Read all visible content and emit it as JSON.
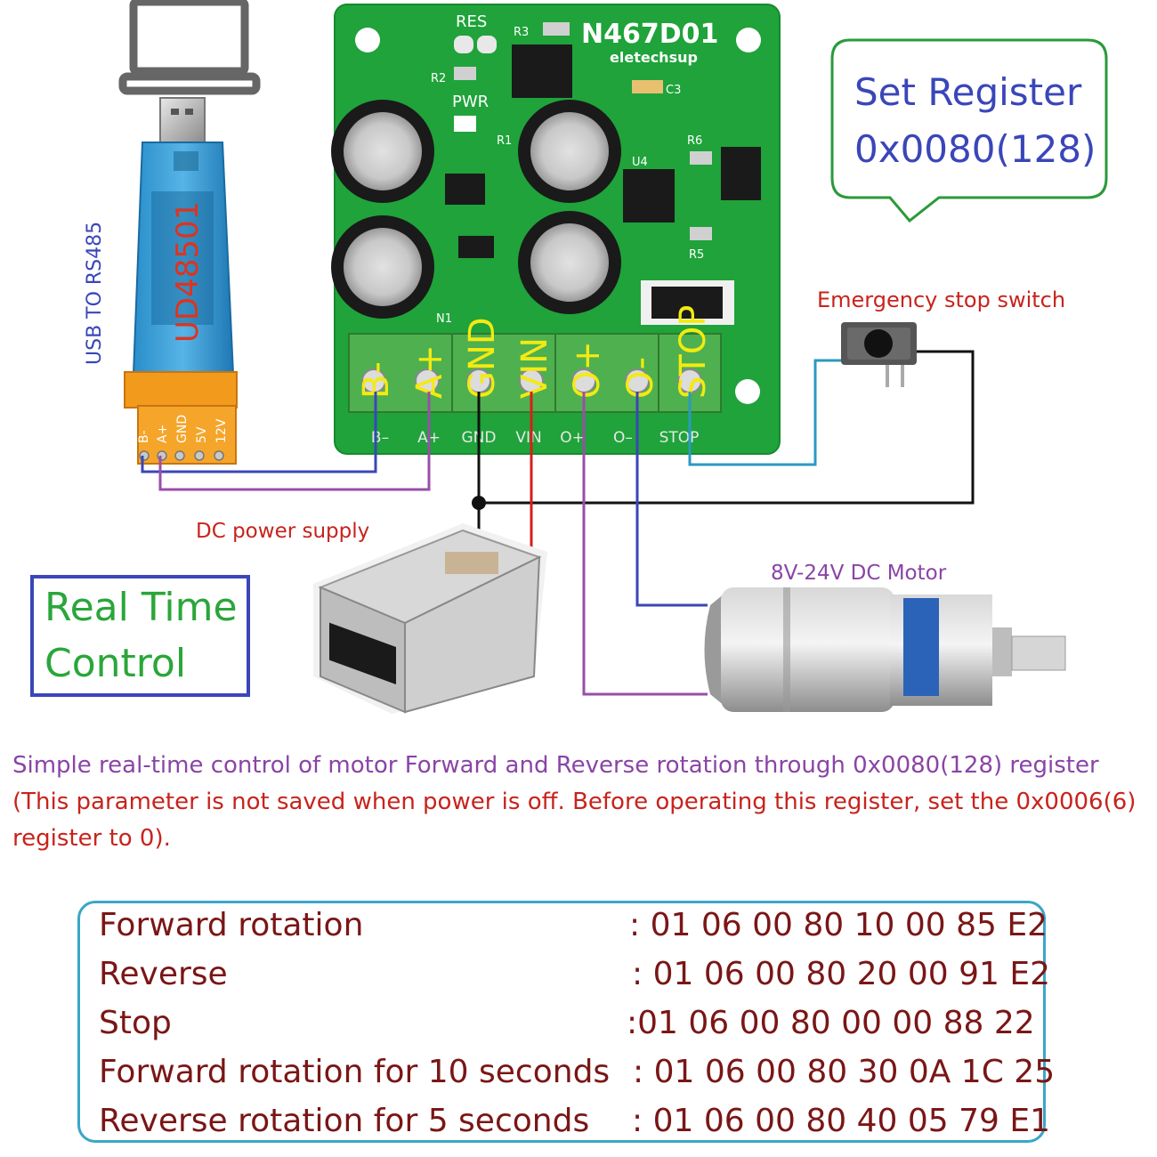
{
  "usb_adapter": {
    "side_label": "USB TO RS485",
    "model": "UD48501",
    "pins": [
      "B-",
      "A+",
      "GND",
      "5V",
      "12V"
    ]
  },
  "board": {
    "name": "N467D01",
    "brand": "eletechsup",
    "silk": [
      "RES",
      "PWR",
      "R3",
      "R2",
      "R1",
      "C3",
      "R6",
      "R5",
      "U4",
      "N1"
    ],
    "terminal_labels": [
      "B-",
      "A+",
      "GND",
      "VIN",
      "O+",
      "O-",
      "STOP"
    ],
    "bottom_labels": [
      "B–",
      "A+",
      "GND",
      "VIN",
      "O+",
      "O–",
      "STOP"
    ]
  },
  "callout": {
    "line1": "Set Register",
    "line2": "0x0080(128)"
  },
  "emergency_label": "Emergency stop switch",
  "power_label": "DC power supply",
  "motor_label": "8V-24V DC Motor",
  "realtime": {
    "line1": "Real Time",
    "line2": "Control"
  },
  "description": {
    "line1": "Simple real-time control of motor Forward and Reverse rotation through 0x0080(128) register",
    "line2": "(This parameter is not saved when power is off. Before operating this register, set the 0x0006(6) register to 0)."
  },
  "commands": [
    {
      "label": "Forward rotation",
      "value": ": 01 06 00 80 10 00 85 E2"
    },
    {
      "label": "Reverse",
      "value": ": 01 06 00 80 20 00 91 E2"
    },
    {
      "label": "Stop",
      "value": ":01 06 00 80 00 00 88 22"
    },
    {
      "label": "Forward rotation for 10 seconds",
      "value": ": 01 06 00 80 30 0A 1C 25"
    },
    {
      "label": "Reverse rotation for 5 seconds",
      "value": ": 01 06 00 80 40 05 79 E1"
    }
  ],
  "colors": {
    "board_green": "#1fa33a",
    "terminal_green": "#4fb04f",
    "label_yellow": "#f3ea12",
    "callout_blue": "#3a46b8",
    "realtime_green": "#2aa63a",
    "red_text": "#c8231c",
    "purple_text": "#8a44a6",
    "wire_blue": "#3a46b8",
    "wire_purple": "#9a4ea8",
    "wire_red": "#d4201a",
    "wire_cyan": "#2a9ac0",
    "cmd_border": "#3aa6c8"
  }
}
